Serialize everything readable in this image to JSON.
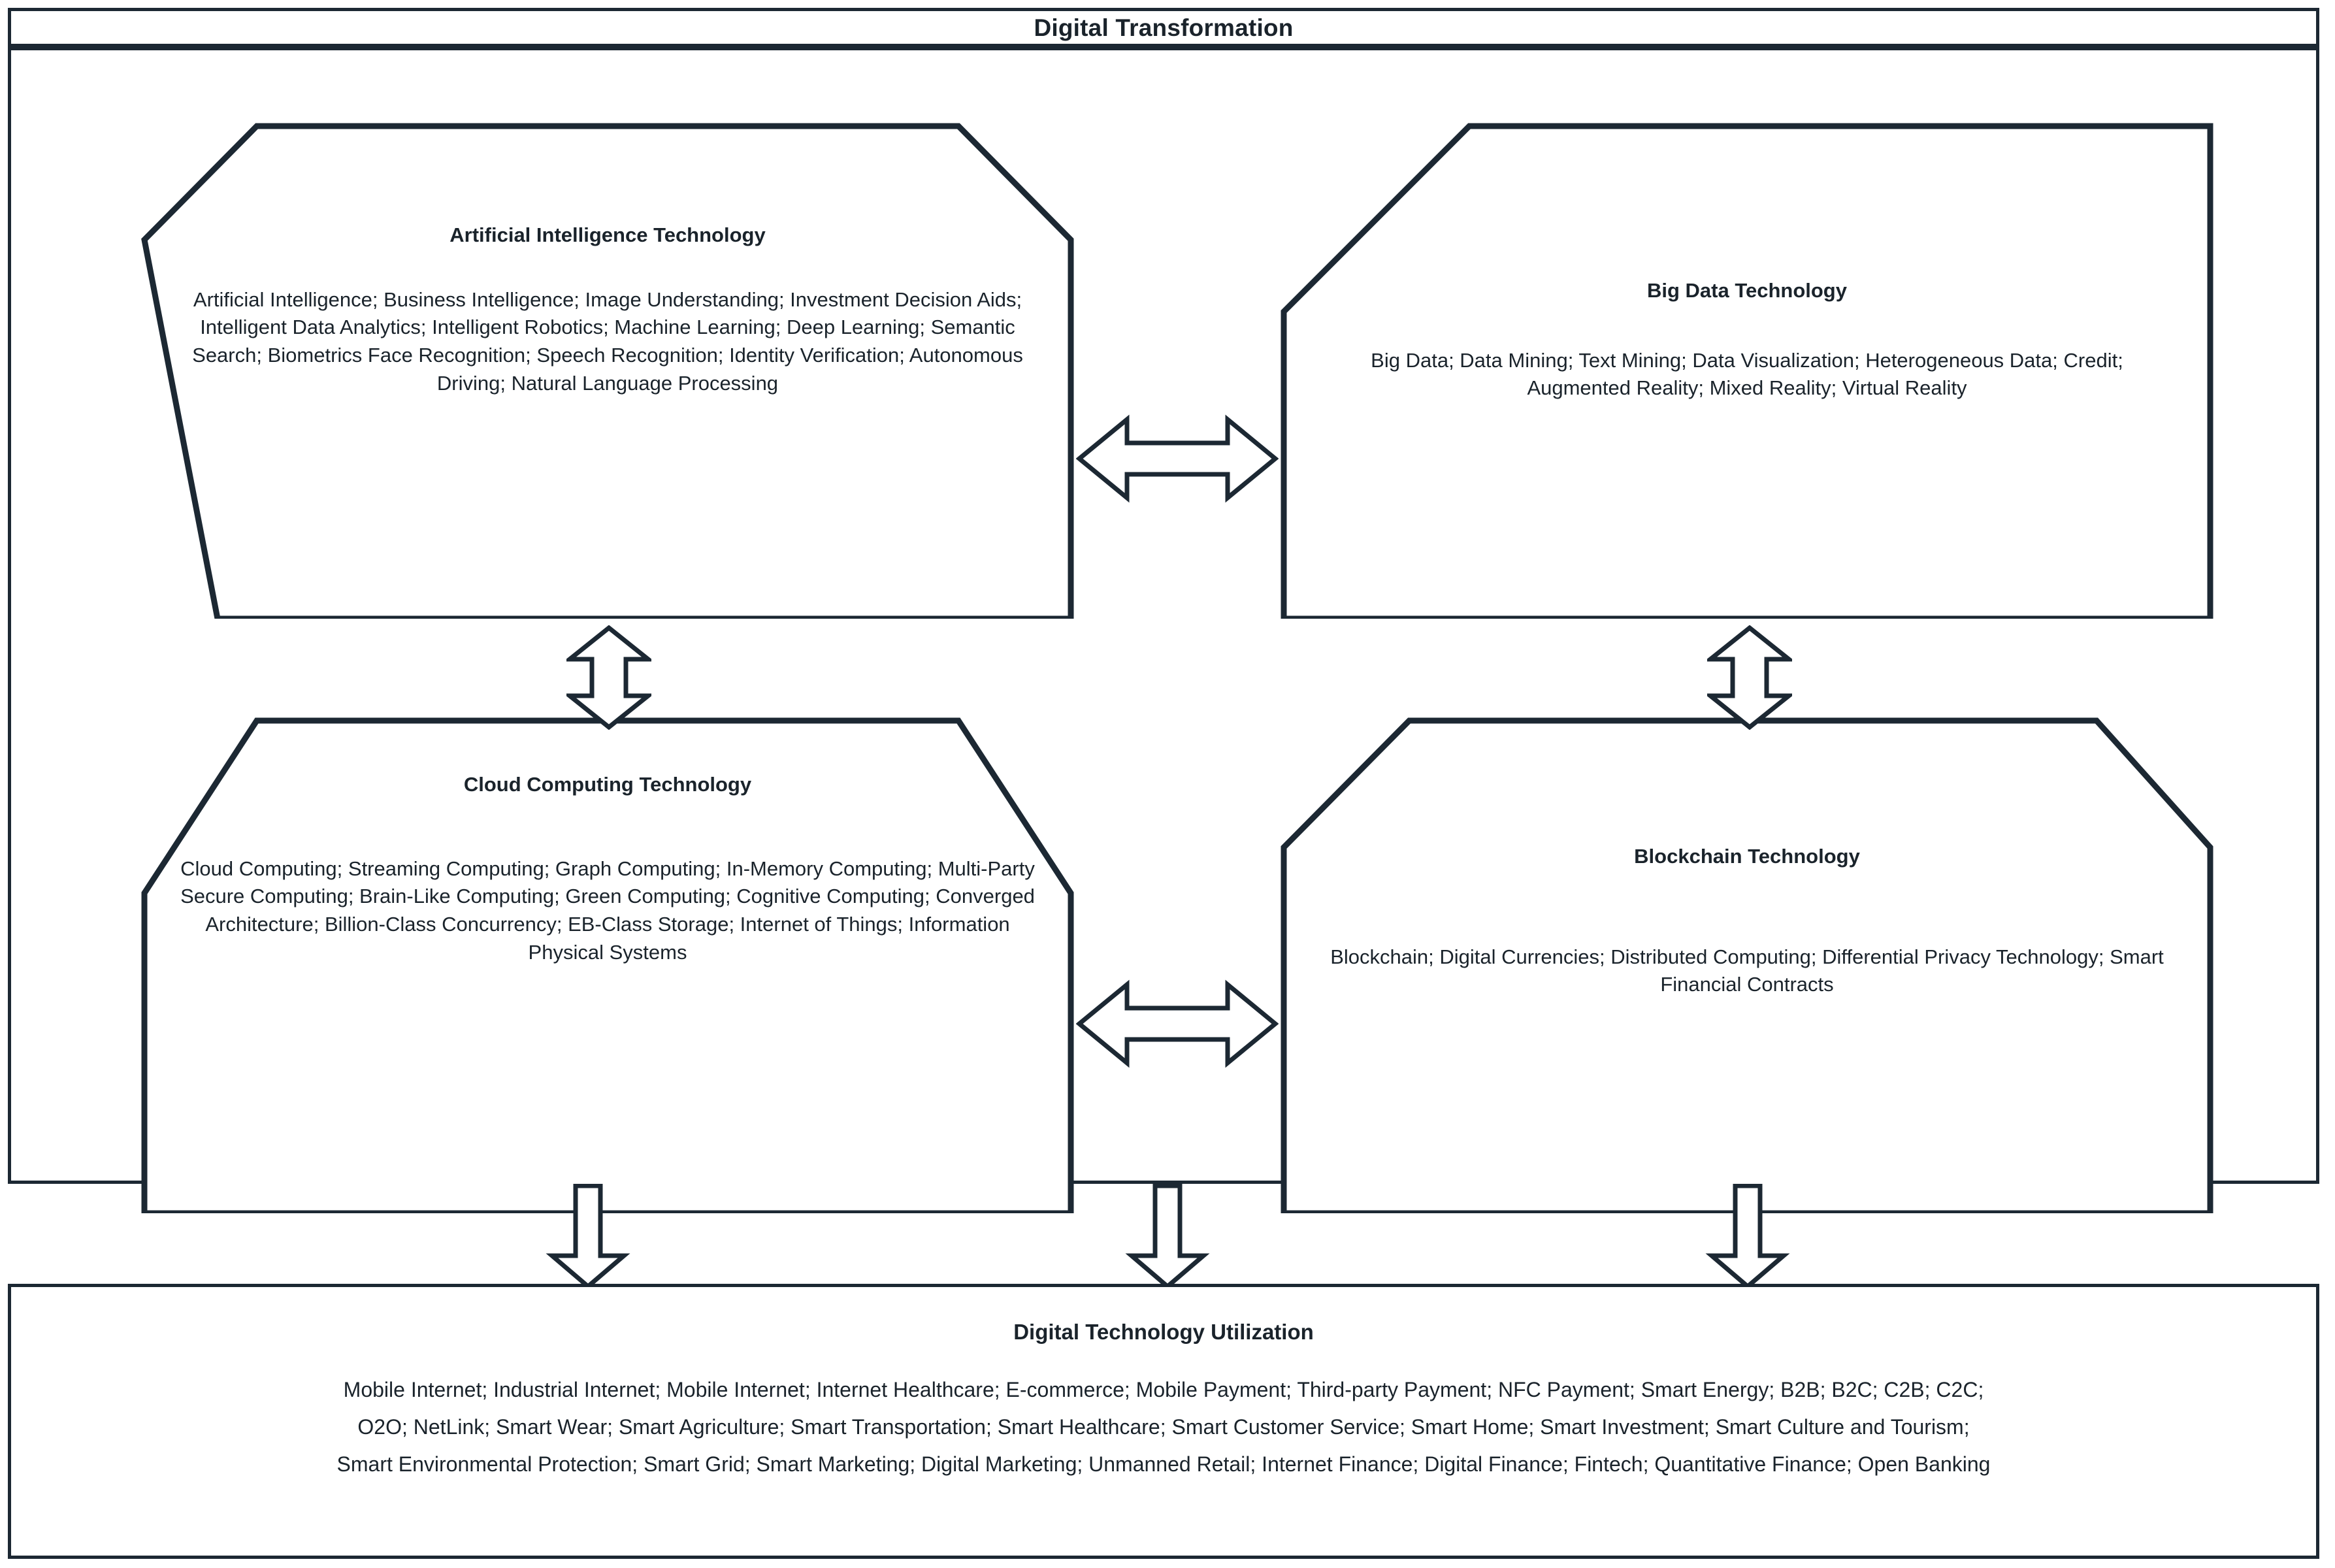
{
  "diagram": {
    "title": "Digital Transformation",
    "line_color": "#1c2833",
    "background_color": "#ffffff",
    "nodes": [
      {
        "id": "artificial-intelligence-technology",
        "title": "Artificial Intelligence Technology",
        "body": "Artificial Intelligence; Business Intelligence; Image Understanding; Investment Decision Aids; Intelligent Data Analytics; Intelligent Robotics; Machine Learning; Deep Learning; Semantic Search; Biometrics Face Recognition; Speech Recognition; Identity Verification; Autonomous Driving; Natural Language Processing"
      },
      {
        "id": "big-data-technology",
        "title": "Big Data Technology",
        "body": "Big Data; Data Mining; Text Mining; Data Visualization; Heterogeneous Data; Credit; Augmented Reality; Mixed Reality; Virtual Reality"
      },
      {
        "id": "cloud-computing-technology",
        "title": "Cloud Computing Technology",
        "body": "Cloud Computing; Streaming Computing; Graph Computing; In-Memory Computing; Multi-Party Secure Computing; Brain-Like Computing; Green Computing; Cognitive Computing; Converged Architecture; Billion-Class Concurrency; EB-Class Storage; Internet of Things; Information Physical Systems"
      },
      {
        "id": "blockchain-technology",
        "title": "Blockchain Technology",
        "body": "Blockchain; Digital Currencies; Distributed Computing; Differential Privacy Technology; Smart Financial Contracts"
      }
    ],
    "connectors": [
      {
        "id": "ai-bigdata",
        "type": "double-arrow-horizontal"
      },
      {
        "id": "cloud-blockchain",
        "type": "double-arrow-horizontal"
      },
      {
        "id": "ai-cloud",
        "type": "double-arrow-vertical"
      },
      {
        "id": "bigdata-blockchain",
        "type": "double-arrow-vertical"
      },
      {
        "id": "down-left",
        "type": "arrow-down"
      },
      {
        "id": "down-center",
        "type": "arrow-down"
      },
      {
        "id": "down-right",
        "type": "arrow-down"
      }
    ],
    "bottom": {
      "title": "Digital Technology Utilization",
      "lines": [
        "Mobile Internet; Industrial Internet; Mobile Internet; Internet Healthcare; E-commerce; Mobile Payment; Third-party Payment; NFC Payment; Smart Energy; B2B; B2C; C2B; C2C;",
        "O2O; NetLink; Smart Wear; Smart Agriculture; Smart Transportation; Smart Healthcare; Smart Customer Service; Smart Home; Smart Investment; Smart Culture and Tourism;",
        "Smart Environmental Protection; Smart Grid; Smart Marketing; Digital Marketing; Unmanned Retail; Internet Finance; Digital Finance; Fintech; Quantitative Finance; Open Banking"
      ]
    }
  }
}
